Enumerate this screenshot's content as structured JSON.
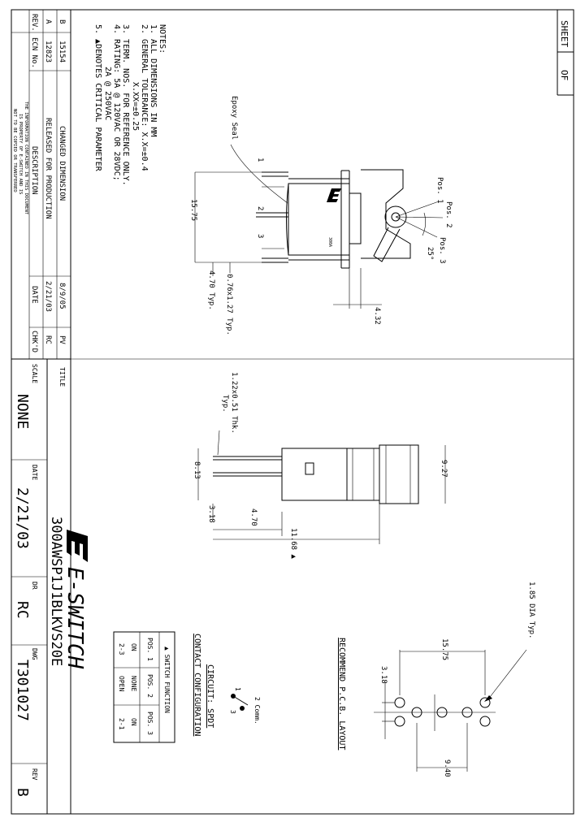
{
  "sheet": {
    "label": "SHEET",
    "of": "OF"
  },
  "notes": {
    "title": "NOTES:",
    "lines": [
      "1. ALL DIMENSIONS IN MM",
      "2. GENERAL TOLERANCE: X.X=±0.4",
      "X.XX=±0.25",
      "3. TERM. NOS. FOR REFERENCE ONLY.",
      "4. RATING: 5A @ 120VAC OR 28VDC;",
      "2A @ 250VAC",
      "5. ▲DENOTES CRITICAL PARAMETER"
    ]
  },
  "revisions": {
    "headers": {
      "rev": "REV.",
      "ecn": "ECN No.",
      "desc": "DESCRIPTION",
      "date": "DATE",
      "chkd": "CHK'D"
    },
    "rows": [
      {
        "rev": "B",
        "ecn": "15154",
        "desc": "CHANGED DIMENSION",
        "date": "8/9/05",
        "chkd": "PV"
      },
      {
        "rev": "A",
        "ecn": "12823",
        "desc": "RELEASED FOR PRODUCTION",
        "date": "2/21/03",
        "chkd": "RC"
      }
    ],
    "disclaimer": [
      "THE INFORMATION CONTAINED IN THIS DOCUMENT",
      "IS PROPERTY OF E-SWITCH AND IS",
      "NOT TO BE COPIED OR TRANSFERRED"
    ]
  },
  "title_block": {
    "title_label": "TITLE",
    "title": "300AWSP1J1BLKVS20E",
    "logo": "E-SWITCH",
    "scale_label": "SCALE",
    "scale": "NONE",
    "date_label": "DATE",
    "date": "2/21/03",
    "dr_label": "DR",
    "dr": "RC",
    "dwg_label": "DWG",
    "dwg": "T301027",
    "rev_label": "REV",
    "rev": "B"
  },
  "side_view": {
    "epoxy": "Epoxy Seal",
    "pos1": "Pos. 1",
    "pos2": "Pos. 2",
    "pos3": "Pos. 3",
    "angle": "25°",
    "dim_1575": "15.75",
    "dim_432": "4.32",
    "dim_470": "4.70 Typ.",
    "dim_076": "0.76x1.27 Typ.",
    "body_mark": "300A",
    "term1": "1",
    "term2": "2",
    "term3": "3"
  },
  "end_view": {
    "dim_122": "1.22x0.51 Thk.",
    "typ": "Typ.",
    "dim_927": "9.27",
    "dim_813": "8.13",
    "dim_318": "3.18",
    "dim_470": "4.70",
    "dim_1168": "11.68 ▲"
  },
  "pcb": {
    "title": "RECOMMEND P.C.B. LAYOUT",
    "dia": "1.85 DIA Typ.",
    "dim_1575": "15.75",
    "dim_318": "3.18",
    "dim_940": "9.40"
  },
  "circuit": {
    "title": "CONTACT CONFIGURATION",
    "circuit": "CIRCUIT: SPDT",
    "comm": "2 Comm.",
    "t1": "1",
    "t3": "3"
  },
  "switch_function": {
    "title": "▲ SWITCH FUNCTION",
    "headers": [
      "POS. 1",
      "POS. 2",
      "POS. 3"
    ],
    "row1": [
      "ON",
      "NONE",
      "ON"
    ],
    "row2": [
      "2-3",
      "OPEN",
      "2-1"
    ]
  }
}
